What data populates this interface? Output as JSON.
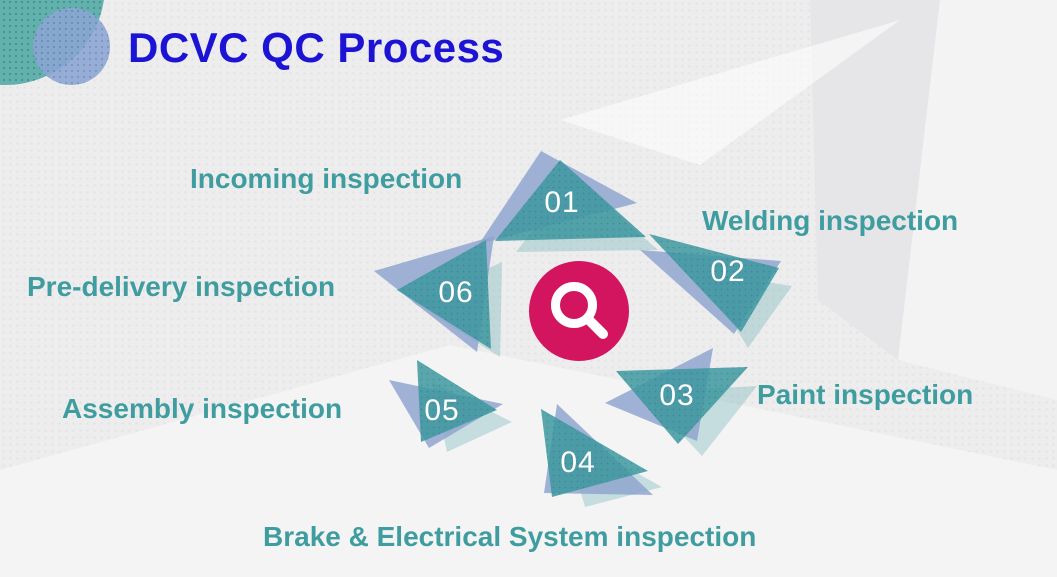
{
  "slide": {
    "title": "DCVC QC Process",
    "center_icon": "magnifier-icon",
    "steps": [
      {
        "number": "01",
        "label": "Incoming inspection"
      },
      {
        "number": "02",
        "label": "Welding inspection"
      },
      {
        "number": "03",
        "label": "Paint inspection"
      },
      {
        "number": "04",
        "label": "Brake & Electrical System inspection"
      },
      {
        "number": "05",
        "label": "Assembly inspection"
      },
      {
        "number": "06",
        "label": "Pre-delivery inspection"
      }
    ],
    "colors": {
      "title_blue": "#1C13D4",
      "label_teal": "#3F9DA0",
      "triangle_teal": "#3D98A0",
      "triangle_blue": "#8CA4CE",
      "center_pink": "#D3145E",
      "deco_teal": "#63B1AD",
      "deco_blue": "#8BA6D3",
      "background": "#EDEDEE"
    }
  }
}
